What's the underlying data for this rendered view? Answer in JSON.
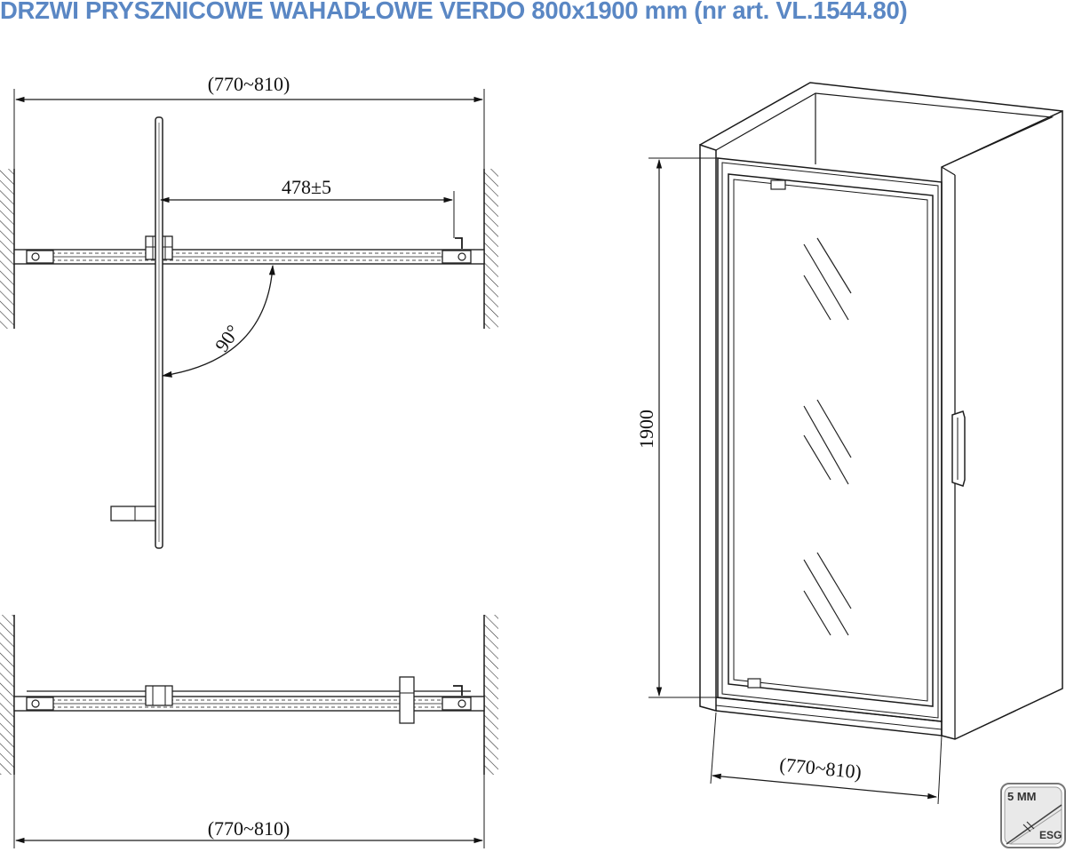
{
  "title": "DRZWI PRYSZNICOWE WAHADŁOWE VERDO 800x1900 mm (nr art. VL.1544.80)",
  "dims": {
    "top_width": "(770~810)",
    "opening": "478±5",
    "angle": "90°",
    "bottom_width": "(770~810)",
    "height": "1900",
    "perspective_width": "(770~810)"
  },
  "badge": {
    "thickness": "5 MM",
    "glass": "ESG"
  }
}
